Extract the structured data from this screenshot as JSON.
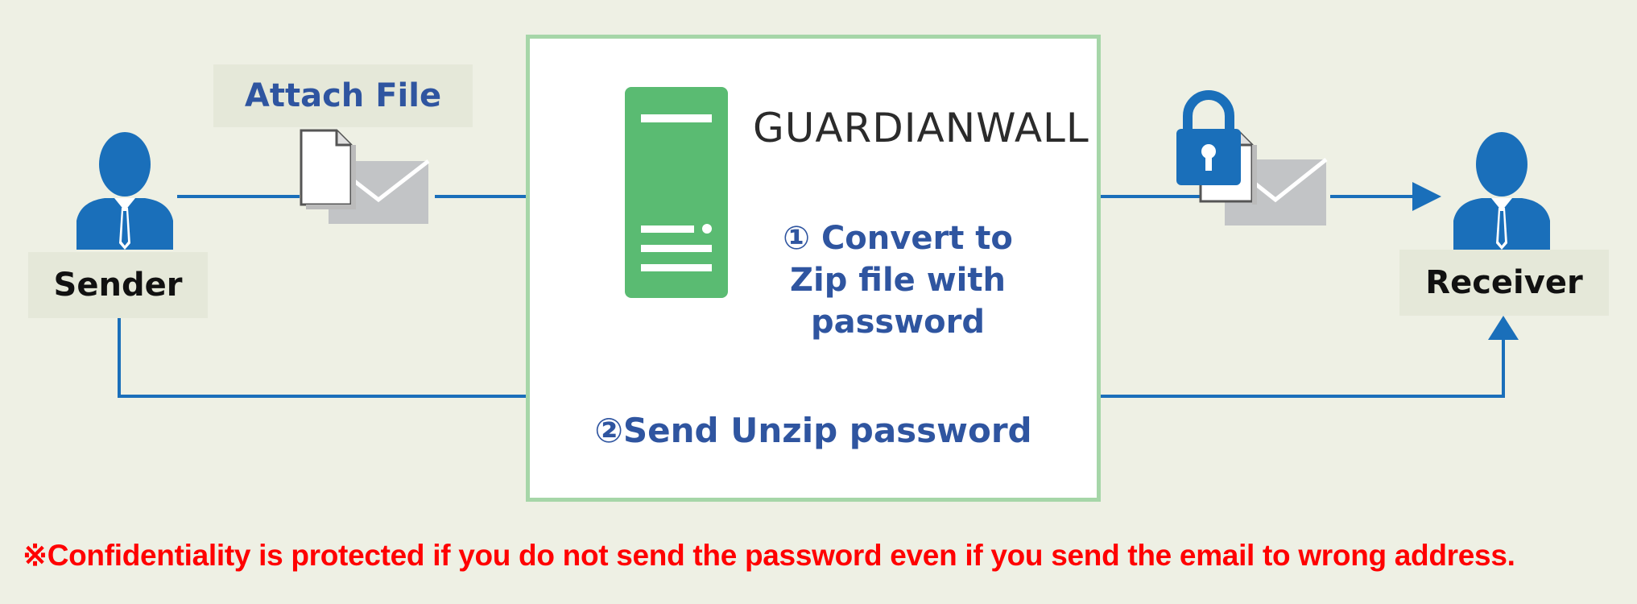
{
  "attach_label": "Attach File",
  "sender_label": "Sender",
  "receiver_label": "Receiver",
  "brand": "GUARDIANWALL",
  "step1": [
    "① Convert to",
    "Zip file with",
    "password"
  ],
  "step2": "②Send Unzip password",
  "note": "※Confidentiality is protected if you do not send the password even if you send the email to wrong address.",
  "colors": {
    "background": "#eef0e4",
    "arrow": "#1a6fba",
    "person": "#1a6fba",
    "server": "#5abb72",
    "box_border": "#a6d6a8",
    "label_text": "#2f55a0",
    "note_text": "#ff0000",
    "envelope": "#c2c4c6"
  },
  "icons": [
    "person-icon",
    "file-icon",
    "envelope-icon",
    "server-icon",
    "lock-icon"
  ]
}
